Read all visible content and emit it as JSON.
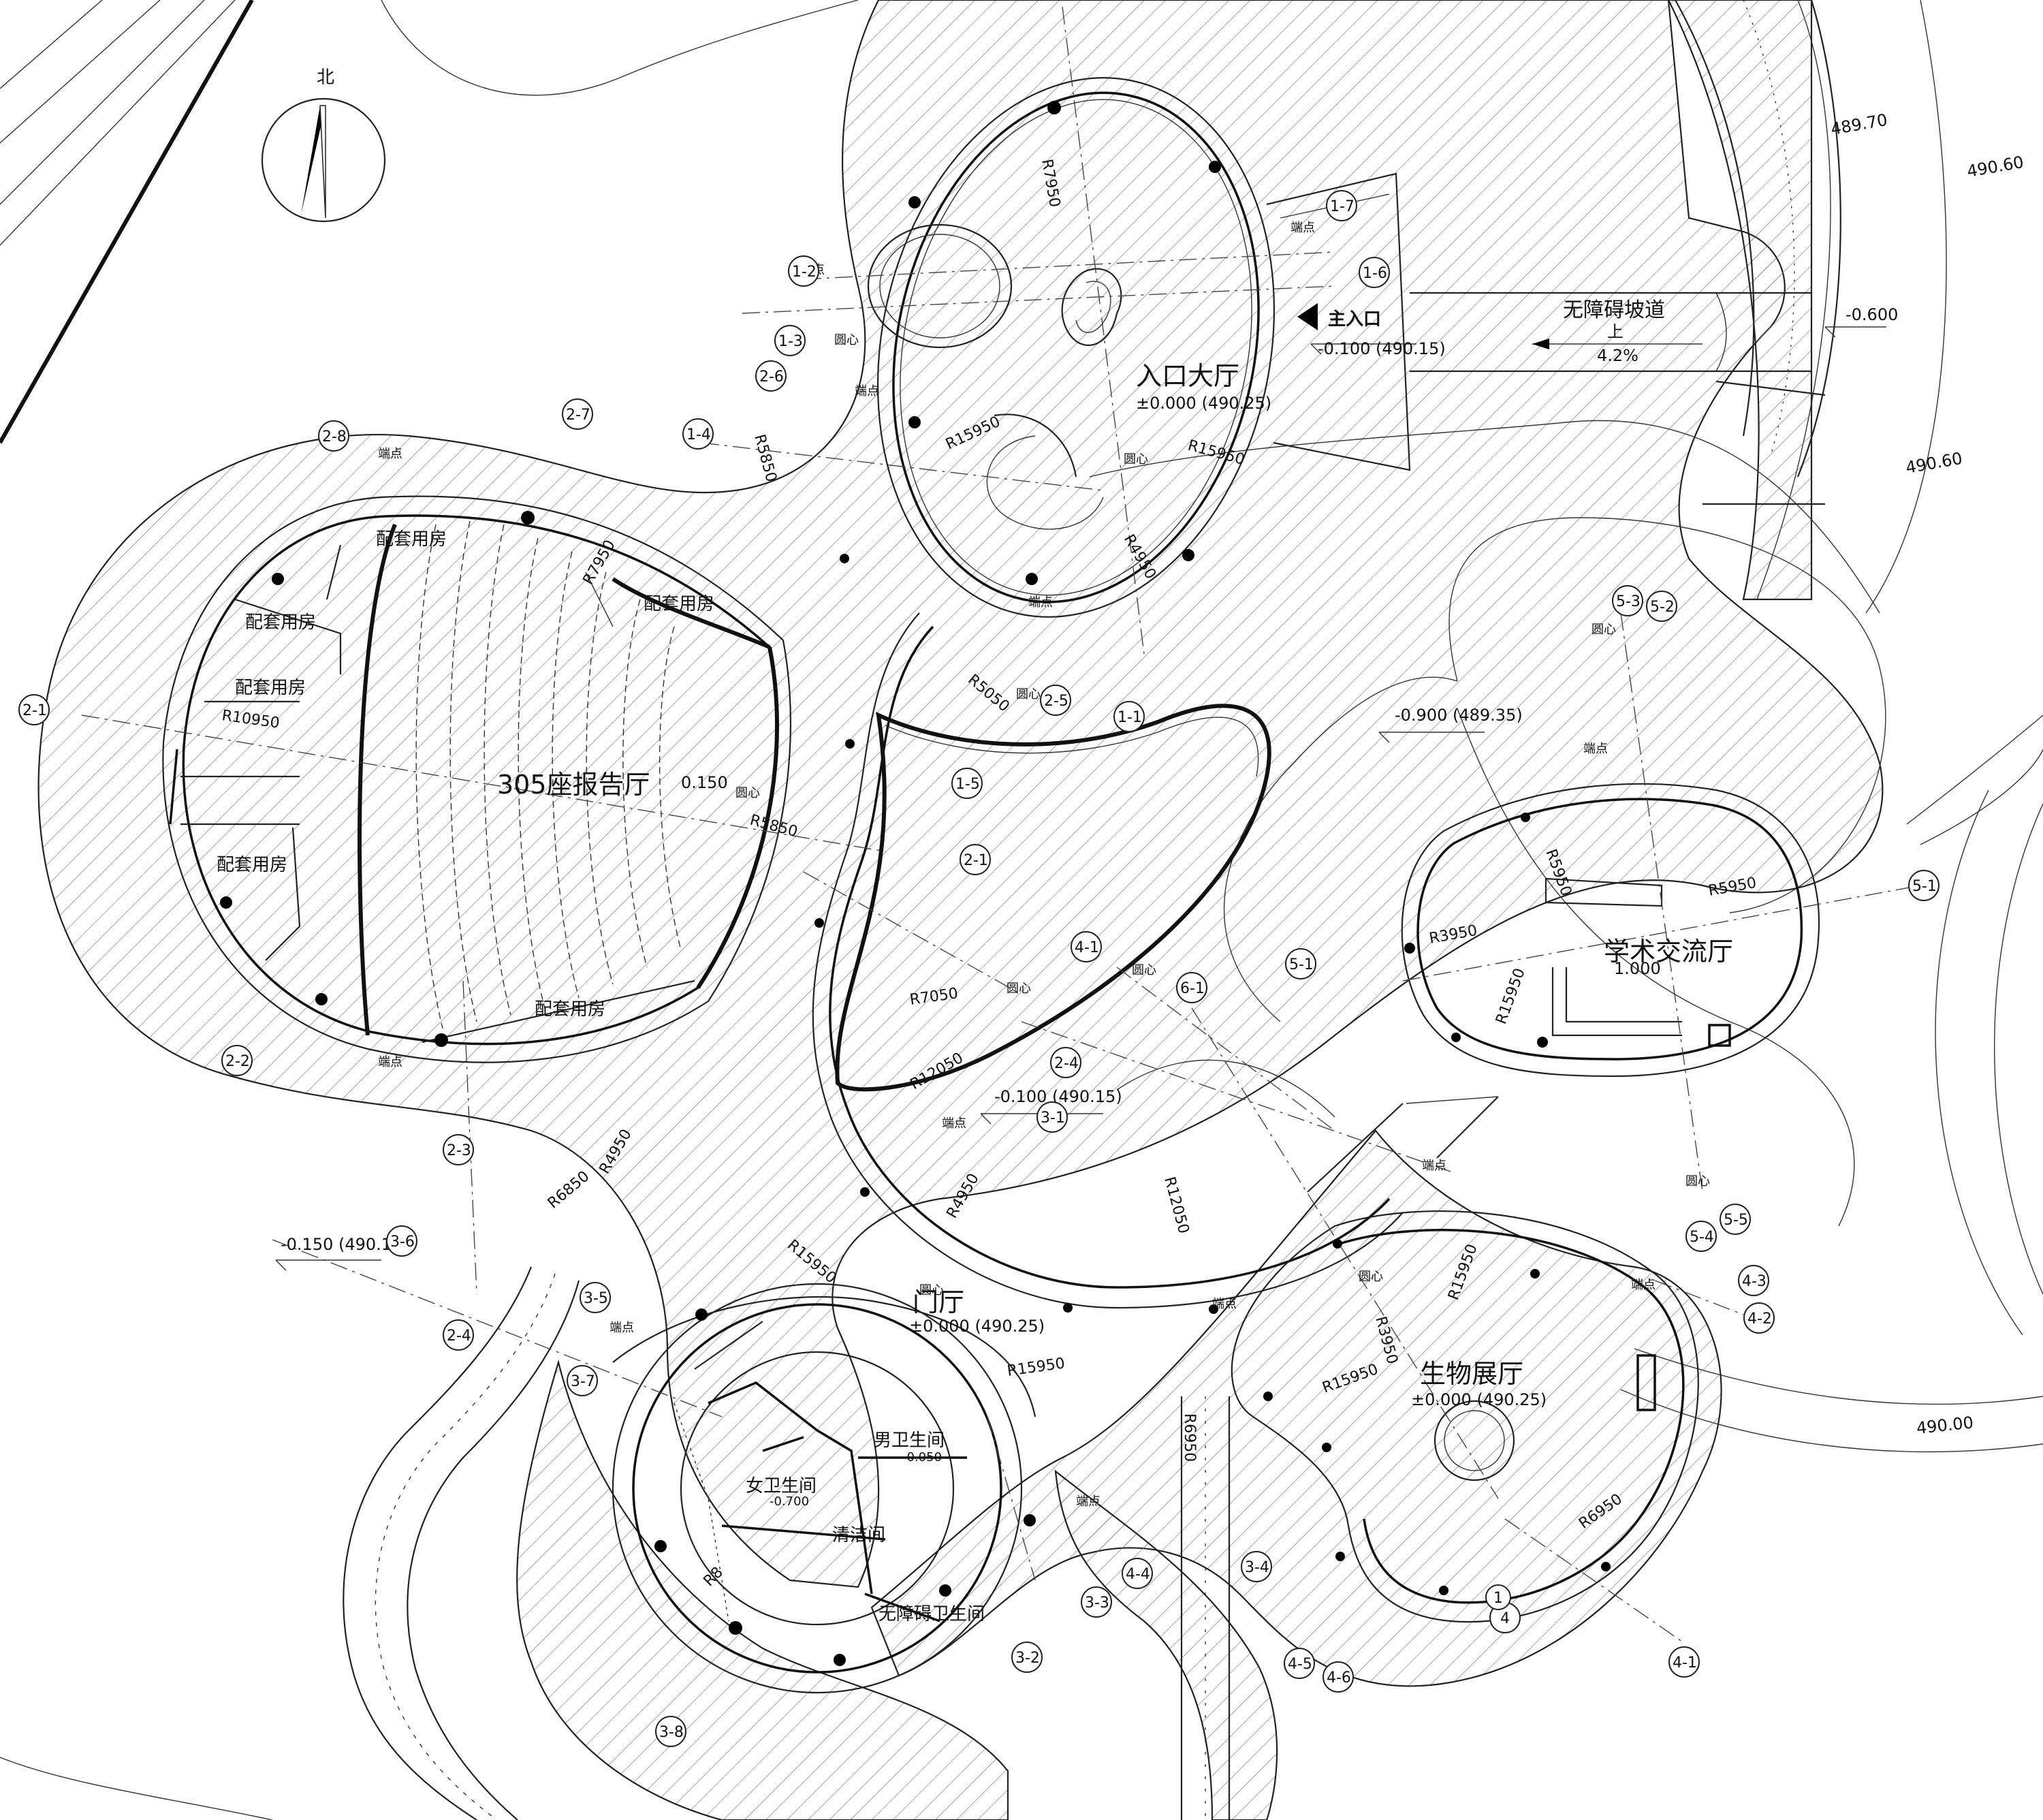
{
  "north_label": "北",
  "rooms": {
    "entrance_hall": {
      "name": "入口大厅",
      "elev": "±0.000 (490.25)"
    },
    "auditorium": {
      "name": "305座报告厅",
      "elev": "0.150"
    },
    "foyer": {
      "name": "门厅",
      "elev": "±0.000 (490.25)"
    },
    "academic": {
      "name": "学术交流厅",
      "elev": "1.000"
    },
    "exhibit": {
      "name": "生物展厅",
      "elev": "±0.000 (490.25)"
    },
    "mens_wc": {
      "name": "男卫生间",
      "elev": "-0.050"
    },
    "womens_wc": {
      "name": "女卫生间",
      "elev": "-0.700"
    },
    "cleaning": {
      "name": "清洁间"
    },
    "access_wc": {
      "name": "无障碍卫生间"
    },
    "support_rooms": [
      "配套用房",
      "配套用房",
      "配套用房",
      "配套用房",
      "配套用房",
      "配套用房"
    ]
  },
  "main_entrance": {
    "label": "主入口",
    "elev": "-0.100 (490.15)"
  },
  "ramp": {
    "label": "无障碍坡道",
    "dir": "上",
    "slope": "4.2%",
    "elev": "-0.600"
  },
  "elevations": {
    "e1": "489.70",
    "e2": "490.60",
    "e3": "490.60",
    "e4": "-0.900 (489.35)",
    "e5": "-0.100 (490.15)",
    "e6": "-0.150 (490.1)",
    "e7": "490.00"
  },
  "radii": [
    "R7950",
    "R15950",
    "R15950",
    "R4950",
    "R5850",
    "R10950",
    "R7950",
    "R5050",
    "R5850",
    "R7050",
    "R12050",
    "R12050",
    "R4950",
    "R15950",
    "R6850",
    "R15950",
    "R15950",
    "R15950",
    "R5950",
    "R5950",
    "R3950",
    "R15950",
    "R6950",
    "R3950",
    "R6950",
    "R4950",
    "R8"
  ],
  "notes": {
    "center": "圆心",
    "endpoint": "端点"
  },
  "axis_bubbles": [
    "1-7",
    "1-6",
    "1-2",
    "1-3",
    "1-4",
    "2-6",
    "2-7",
    "2-8",
    "2-1",
    "2-2",
    "2-3",
    "2-4",
    "2-5",
    "1-5",
    "2-1",
    "1-1",
    "4-1",
    "6-1",
    "2-4",
    "3-1",
    "3-6",
    "3-5",
    "3-7",
    "3-8",
    "3-2",
    "3-3",
    "3-4",
    "4-4",
    "4-5",
    "4-6",
    "4",
    "4-1",
    "4-2",
    "4-3",
    "5-4",
    "5-5",
    "5-3",
    "5-2",
    "5-1",
    "5-1",
    "1",
    "4"
  ]
}
